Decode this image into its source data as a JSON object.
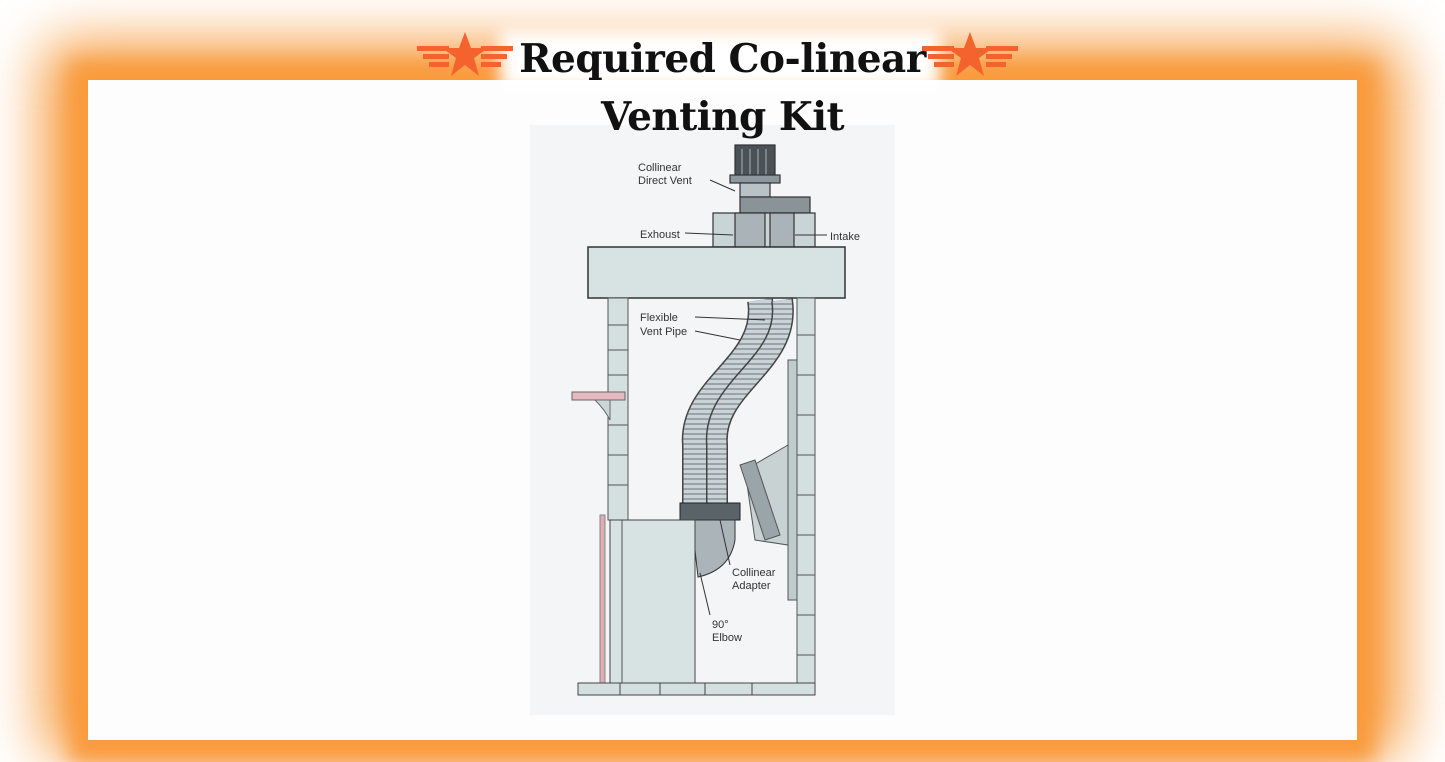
{
  "title": {
    "line1": "Required Co-linear",
    "line2": "Venting Kit"
  },
  "colors": {
    "accent": "#f7a24a",
    "star": "#f4622e"
  },
  "icons": {
    "left": "winged-star-icon",
    "right": "winged-star-icon"
  },
  "diagram": {
    "labels": {
      "vent_1": "Collinear",
      "vent_2": "Direct Vent",
      "exhaust": "Exhoust",
      "intake": "Intake",
      "flex_1": "Flexible",
      "flex_2": "Vent Pipe",
      "adapter_1": "Collinear",
      "adapter_2": "Adapter",
      "elbow_1": "90°",
      "elbow_2": "Elbow"
    }
  }
}
